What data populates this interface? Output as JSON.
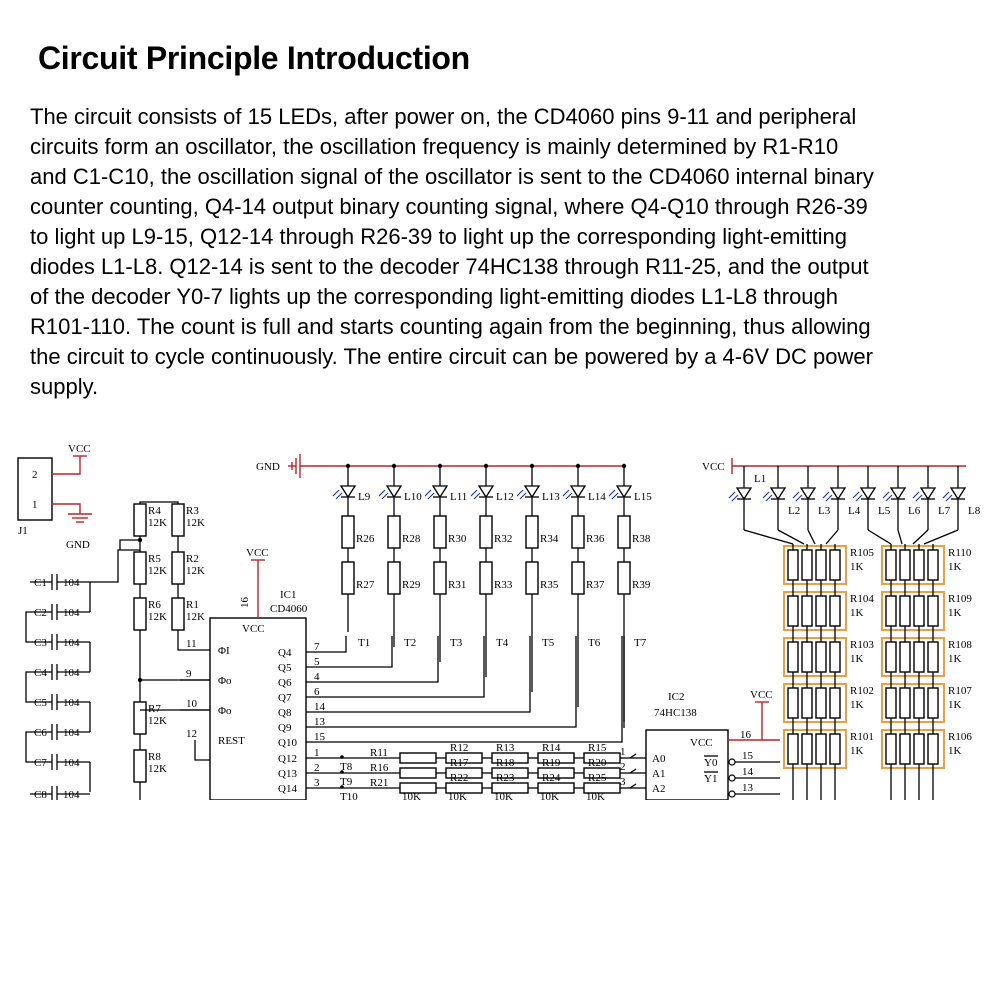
{
  "heading": "Circuit Principle Introduction",
  "paragraph_lines": [
    "The circuit consists of 15 LEDs, after power on, the CD4060 pins 9-11 and peripheral",
    "circuits form an oscillator, the oscillation frequency is mainly determined by R1-R10",
    "and C1-C10, the oscillation signal of the oscillator is sent to the CD4060 internal binary",
    "counter counting, Q4-14 output binary counting signal, where Q4-Q10 through R26-39",
    "to light up L9-15, Q12-14 through R26-39 to light up the corresponding light-emitting",
    "diodes L1-L8. Q12-14 is sent to the decoder 74HC138 through R11-25, and the output",
    "of the decoder Y0-7 lights up the corresponding light-emitting diodes L1-L8 through",
    "R101-110. The count is full and starts counting again from the beginning, thus allowing",
    "the circuit to cycle continuously. The entire circuit can be powered by a 4-6V DC power",
    "supply."
  ],
  "schematic": {
    "vcc": "VCC",
    "gnd": "GND",
    "connector": {
      "name": "J1",
      "pins": [
        "2",
        "1"
      ]
    },
    "left_resistors": [
      {
        "name": "R4",
        "value": "12K"
      },
      {
        "name": "R3",
        "value": "12K"
      },
      {
        "name": "R5",
        "value": "12K"
      },
      {
        "name": "R2",
        "value": "12K"
      },
      {
        "name": "R6",
        "value": "12K"
      },
      {
        "name": "R1",
        "value": "12K"
      },
      {
        "name": "R7",
        "value": "12K"
      },
      {
        "name": "R8",
        "value": "12K"
      }
    ],
    "capacitors": [
      {
        "name": "C1",
        "value": "104"
      },
      {
        "name": "C2",
        "value": "104"
      },
      {
        "name": "C3",
        "value": "104"
      },
      {
        "name": "C4",
        "value": "104"
      },
      {
        "name": "C5",
        "value": "104"
      },
      {
        "name": "C6",
        "value": "104"
      },
      {
        "name": "C7",
        "value": "104"
      },
      {
        "name": "C8",
        "value": "104"
      }
    ],
    "ic1": {
      "name": "IC1",
      "part": "CD4060",
      "vcc_pin": "16",
      "left_pins": [
        {
          "num": "11",
          "label": "ΦI"
        },
        {
          "num": "9",
          "label": "Φo"
        },
        {
          "num": "10",
          "label": "Φo"
        },
        {
          "num": "12",
          "label": "REST"
        }
      ],
      "right_pins": [
        {
          "label": "Q4",
          "num": "7"
        },
        {
          "label": "Q5",
          "num": "5"
        },
        {
          "label": "Q6",
          "num": "4"
        },
        {
          "label": "Q7",
          "num": "6"
        },
        {
          "label": "Q8",
          "num": "14"
        },
        {
          "label": "Q9",
          "num": "13"
        },
        {
          "label": "Q10",
          "num": "15"
        },
        {
          "label": "Q12",
          "num": "1"
        },
        {
          "label": "Q13",
          "num": "2"
        },
        {
          "label": "Q14",
          "num": "3"
        }
      ]
    },
    "led_columns": [
      {
        "led": "L9",
        "r_top": "R26",
        "r_bot": "R27",
        "t": "T1"
      },
      {
        "led": "L10",
        "r_top": "R28",
        "r_bot": "R29",
        "t": "T2"
      },
      {
        "led": "L11",
        "r_top": "R30",
        "r_bot": "R31",
        "t": "T3"
      },
      {
        "led": "L12",
        "r_top": "R32",
        "r_bot": "R33",
        "t": "T4"
      },
      {
        "led": "L13",
        "r_top": "R34",
        "r_bot": "R35",
        "t": "T5"
      },
      {
        "led": "L14",
        "r_top": "R36",
        "r_bot": "R37",
        "t": "T6"
      },
      {
        "led": "L15",
        "r_top": "R38",
        "r_bot": "R39",
        "t": "T7"
      }
    ],
    "decoder_rows": [
      {
        "t": "T8",
        "first": "R11",
        "chain": [
          "R12",
          "R13",
          "R14",
          "R15"
        ]
      },
      {
        "t": "T9",
        "first": "R16",
        "chain": [
          "R17",
          "R18",
          "R19",
          "R20"
        ]
      },
      {
        "t": "T10",
        "first": "R21",
        "chain": [
          "R22",
          "R23",
          "R24",
          "R25"
        ]
      }
    ],
    "chain_value": "10K",
    "ic2": {
      "name": "IC2",
      "part": "74HC138",
      "vcc": "VCC",
      "vcc_pin": "16",
      "inputs": [
        {
          "num": "1",
          "label": "A0"
        },
        {
          "num": "2",
          "label": "A1"
        },
        {
          "num": "3",
          "label": "A2"
        }
      ],
      "outputs": [
        {
          "label": "Y0",
          "num": "15"
        },
        {
          "label": "Y1",
          "num": "14"
        },
        {
          "label": "",
          "num": "13"
        }
      ]
    },
    "right_leds": [
      "L1",
      "L2",
      "L3",
      "L4",
      "L5",
      "L6",
      "L7",
      "L8"
    ],
    "array_left": [
      {
        "name": "R105",
        "value": "1K"
      },
      {
        "name": "R104",
        "value": "1K"
      },
      {
        "name": "R103",
        "value": "1K"
      },
      {
        "name": "R102",
        "value": "1K"
      },
      {
        "name": "R101",
        "value": "1K"
      }
    ],
    "array_right": [
      {
        "name": "R110",
        "value": "1K"
      },
      {
        "name": "R109",
        "value": "1K"
      },
      {
        "name": "R108",
        "value": "1K"
      },
      {
        "name": "R107",
        "value": "1K"
      },
      {
        "name": "R106",
        "value": "1K"
      }
    ]
  }
}
